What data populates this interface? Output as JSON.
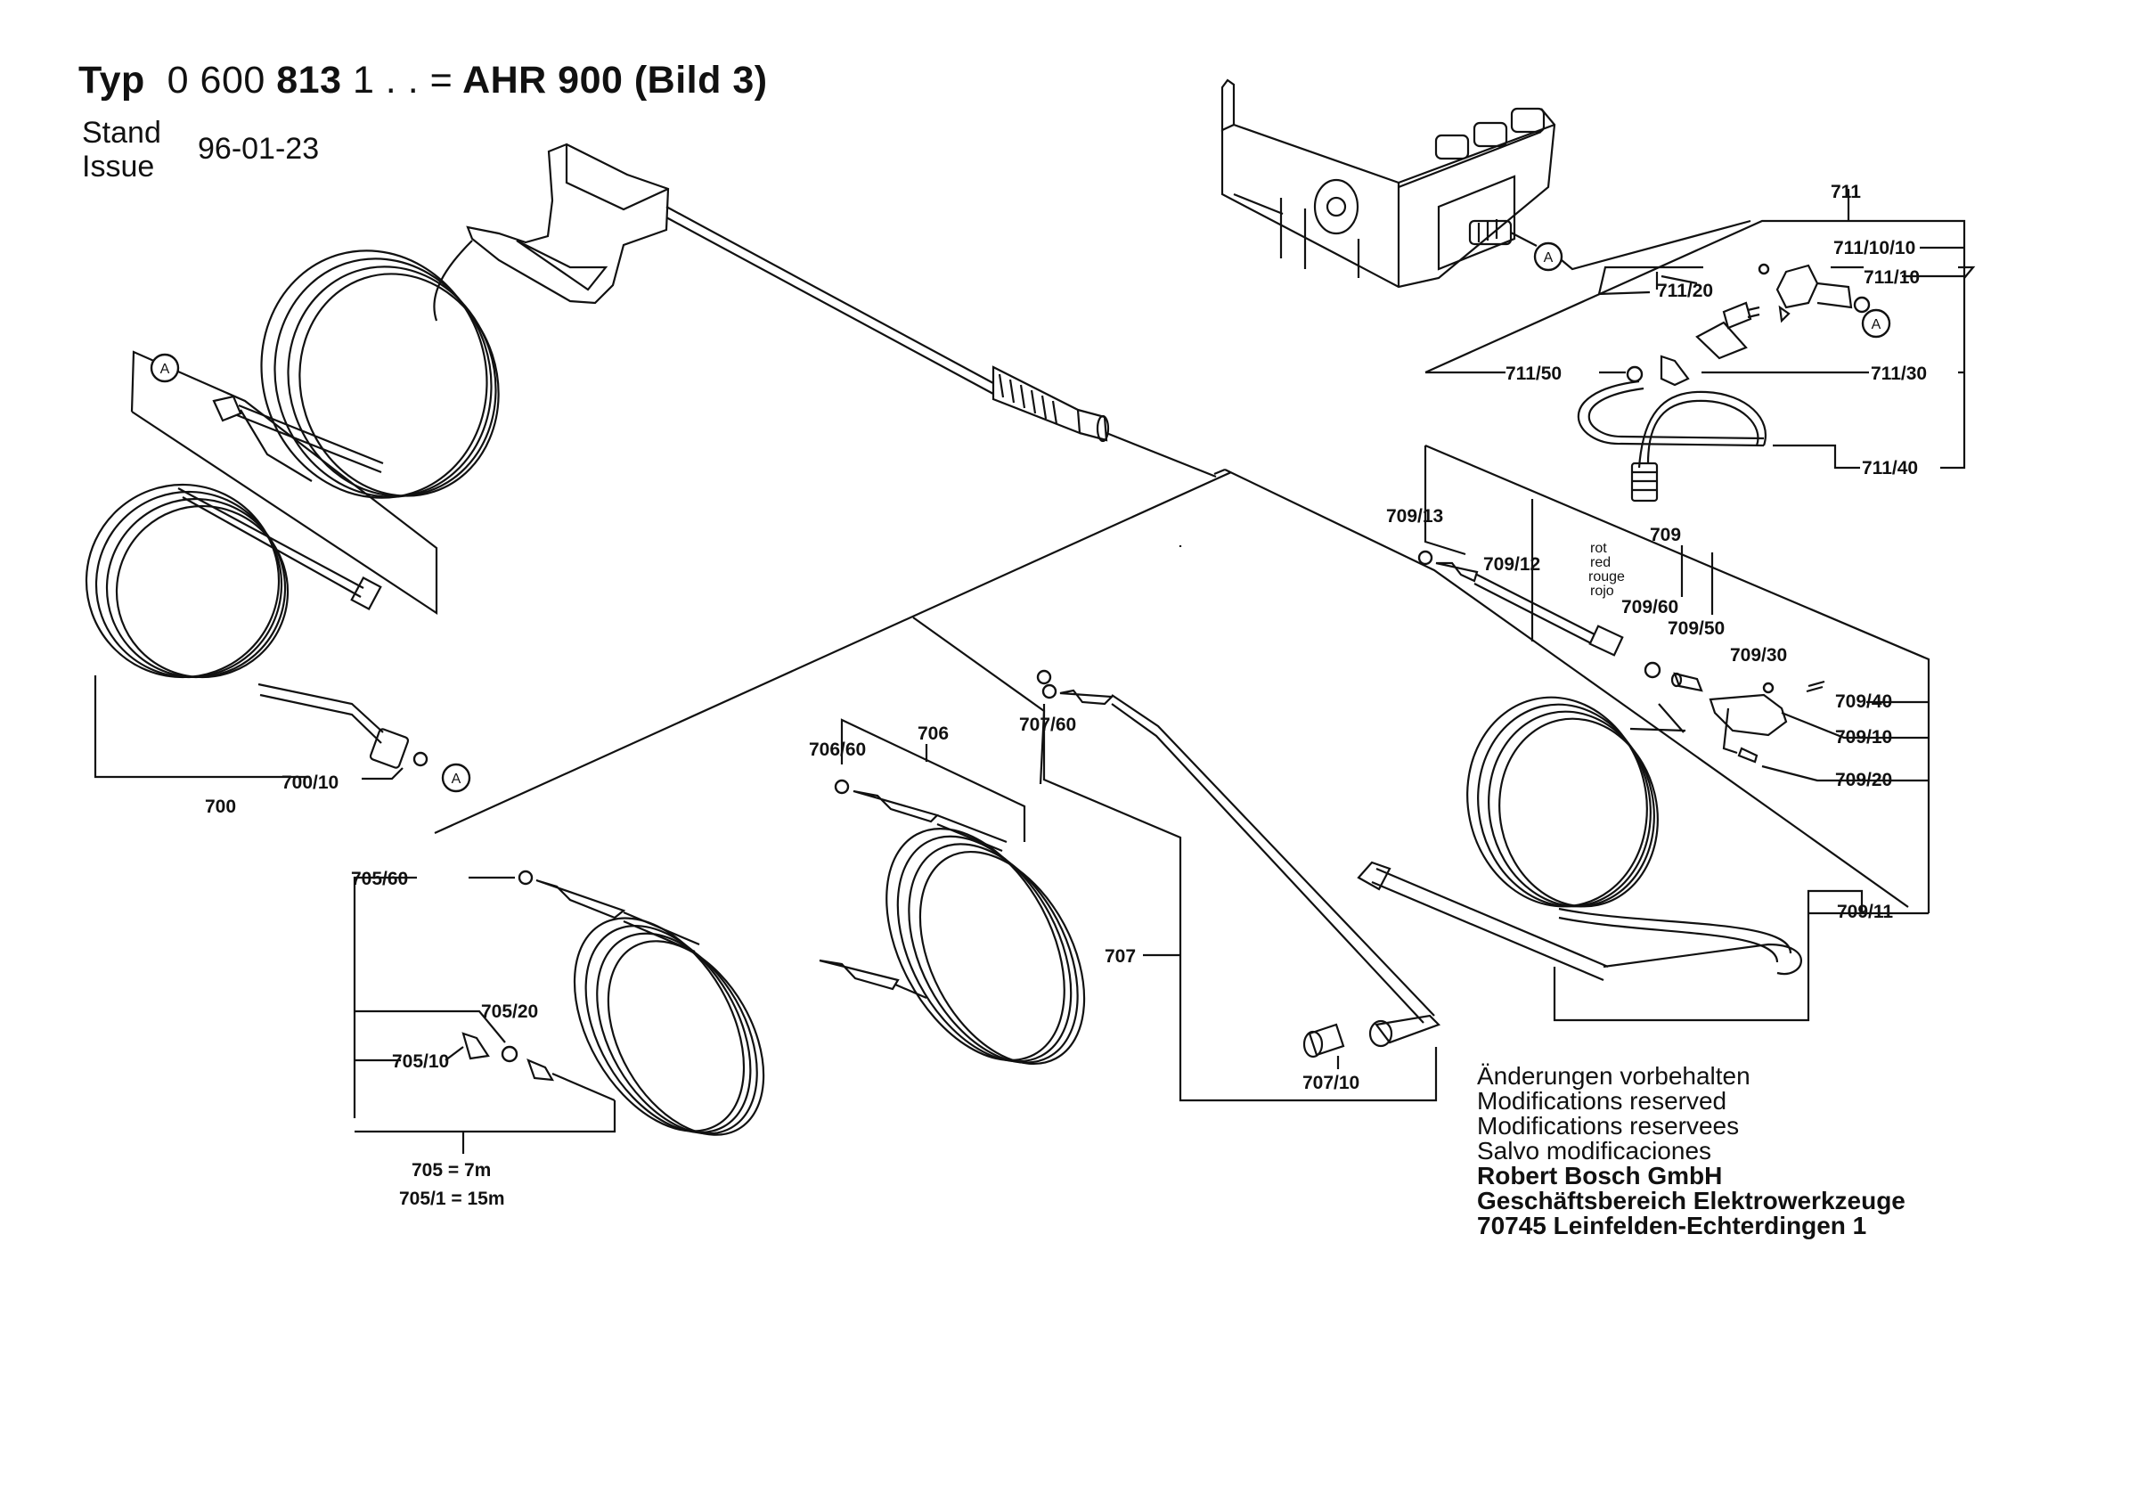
{
  "header": {
    "typ_label": "Typ",
    "typ_number_a": "0 600",
    "typ_number_b": "813",
    "typ_number_c": "1 . . =",
    "model": "AHR 900 (Bild 3)",
    "stand_label": "Stand",
    "issue_label": "Issue",
    "date": "96-01-23"
  },
  "callout": {
    "marker": "A"
  },
  "parts": {
    "p700": "700",
    "p700_10": "700/10",
    "p705": "705 = 7m",
    "p705_1": "705/1 = 15m",
    "p705_10": "705/10",
    "p705_20": "705/20",
    "p705_60": "705/60",
    "p706": "706",
    "p706_60": "706/60",
    "p707": "707",
    "p707_10": "707/10",
    "p707_60": "707/60",
    "p709": "709",
    "p709_10": "709/10",
    "p709_11": "709/11",
    "p709_12": "709/12",
    "p709_13": "709/13",
    "p709_20": "709/20",
    "p709_30": "709/30",
    "p709_40": "709/40",
    "p709_50": "709/50",
    "p709_60": "709/60",
    "p711": "711",
    "p711_10": "711/10",
    "p711_10_10": "711/10/10",
    "p711_20": "711/20",
    "p711_30": "711/30",
    "p711_40": "711/40",
    "p711_50": "711/50"
  },
  "color_note": {
    "rot": "rot",
    "red": "red",
    "rouge": "rouge",
    "rojo": "rojo"
  },
  "notes": {
    "line1": "Änderungen vorbehalten",
    "line2": "Modifications reserved",
    "line3": "Modifications reservees",
    "line4": "Salvo modificaciones",
    "company": "Robert Bosch GmbH",
    "division": "Geschäftsbereich Elektrowerkzeuge",
    "address": "70745 Leinfelden-Echterdingen 1"
  }
}
